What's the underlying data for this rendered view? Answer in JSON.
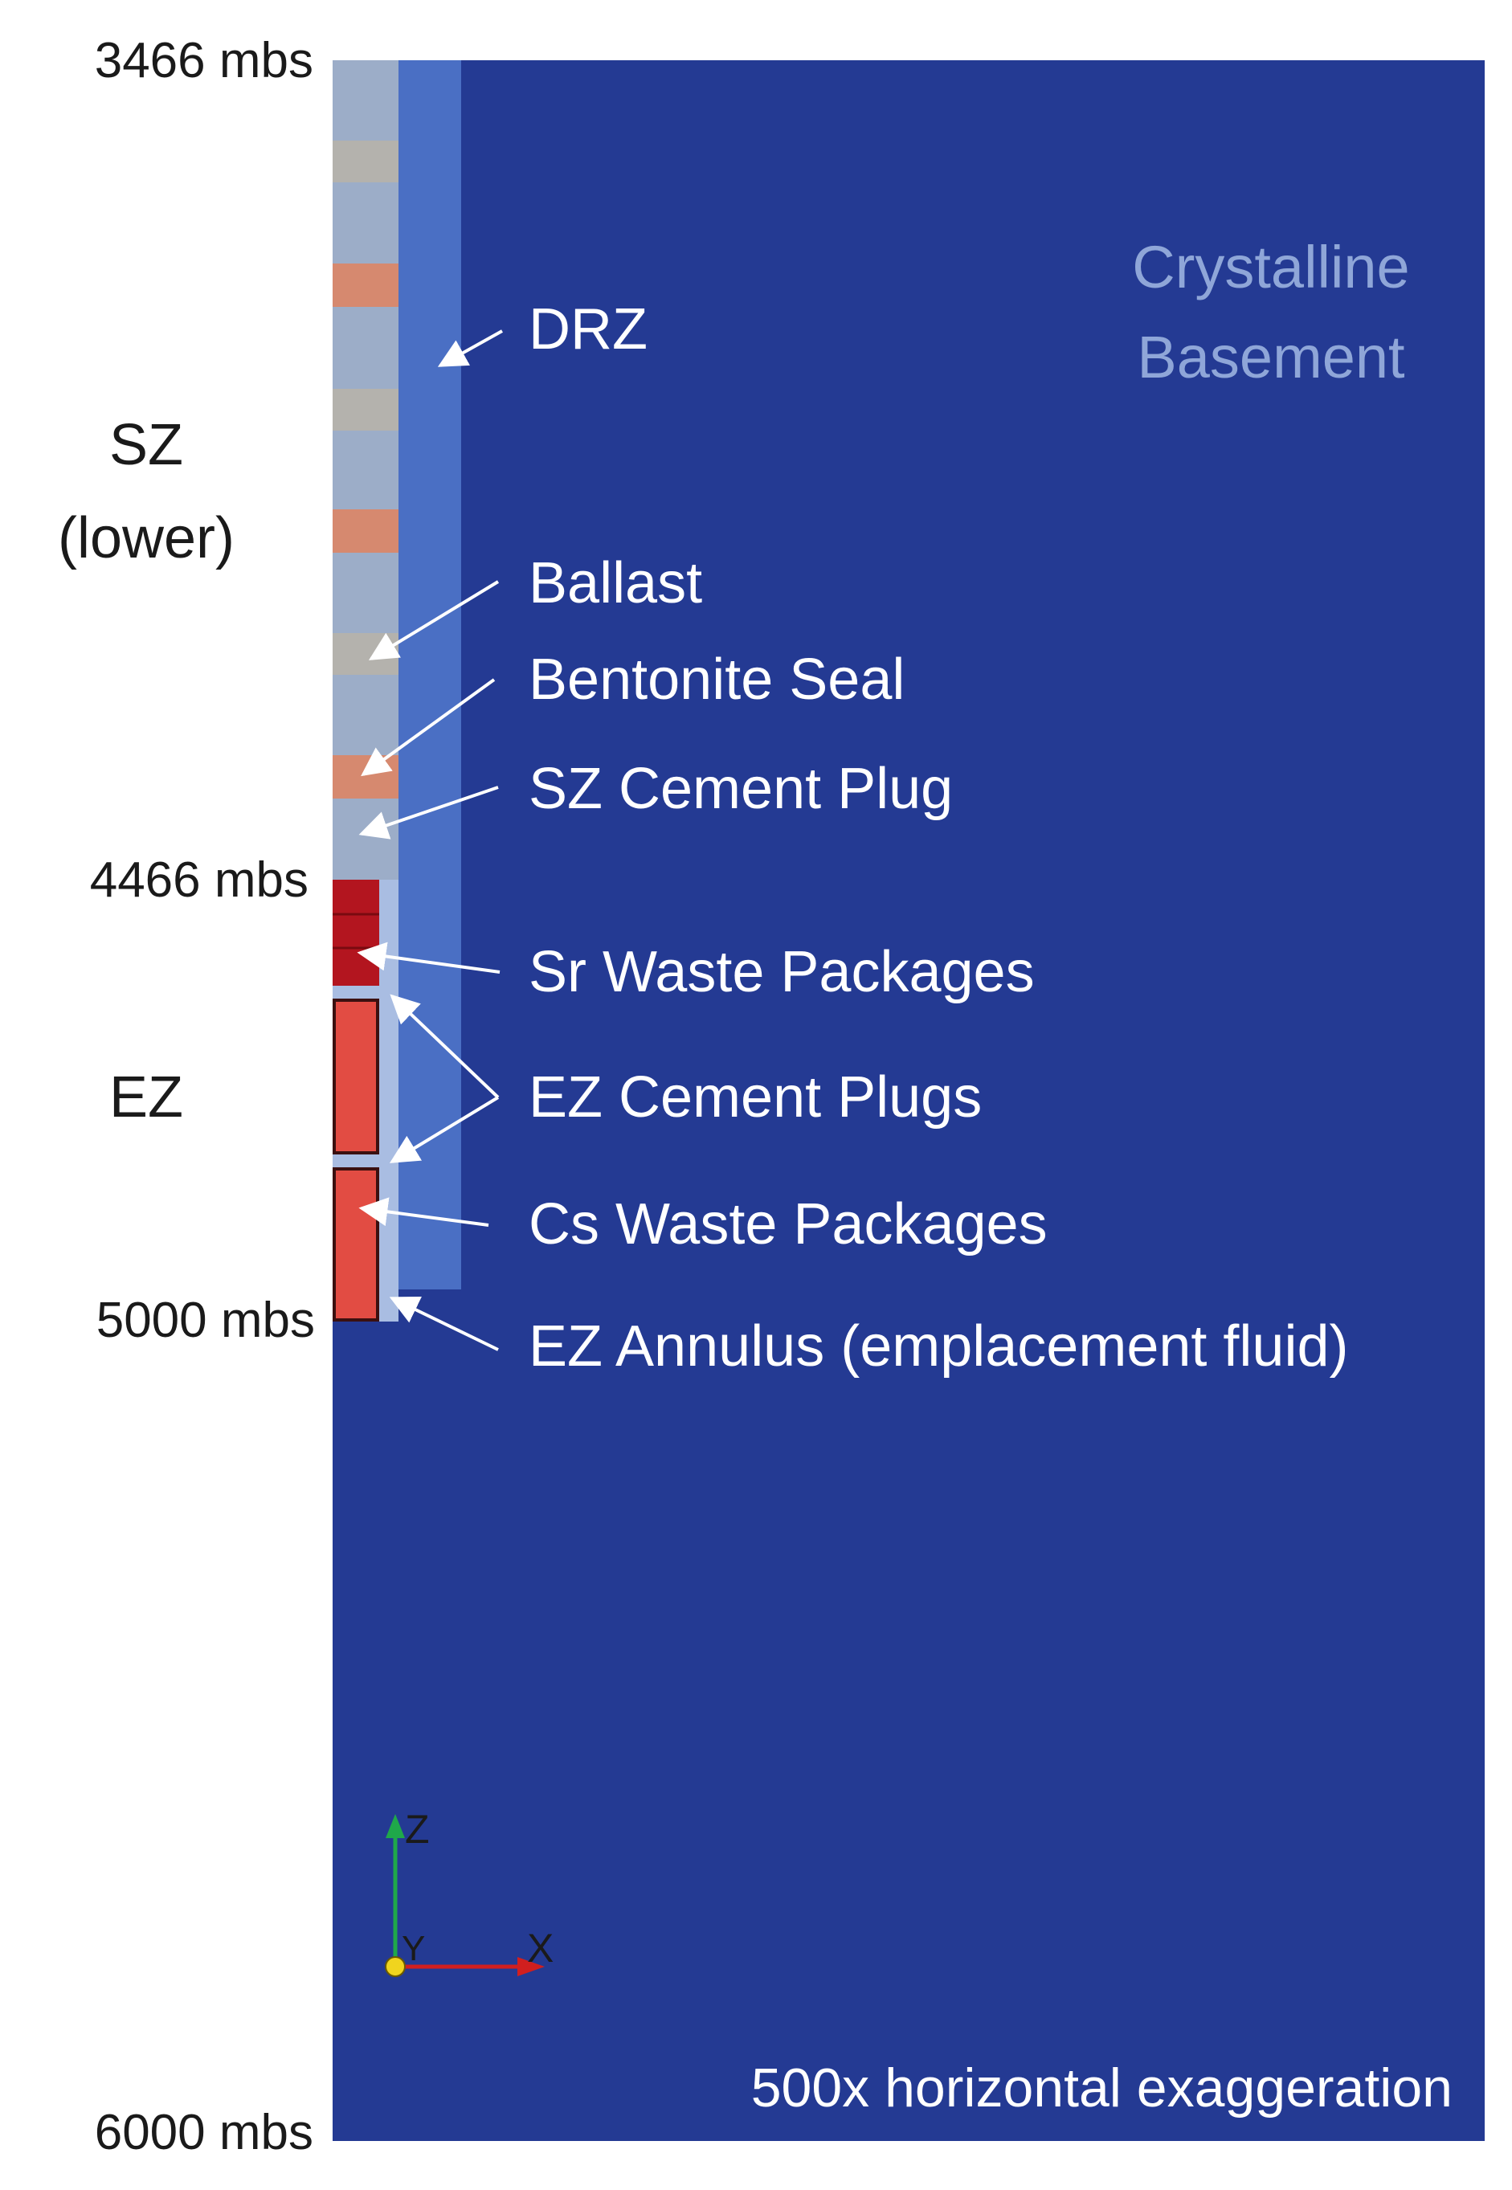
{
  "depth_labels": {
    "top": "3466 mbs",
    "sz_bottom": "4466 mbs",
    "ez_bottom": "5000 mbs",
    "bottom": "6000 mbs"
  },
  "zones": {
    "sz_line1": "SZ",
    "sz_line2": "(lower)",
    "ez": "EZ"
  },
  "region_label": {
    "line1": "Crystalline",
    "line2": "Basement"
  },
  "callouts": {
    "drz": "DRZ",
    "ballast": "Ballast",
    "bentonite_seal": "Bentonite Seal",
    "sz_cement_plug": "SZ Cement Plug",
    "sr_waste_packages": "Sr Waste Packages",
    "ez_cement_plugs": "EZ Cement Plugs",
    "cs_waste_packages": "Cs Waste Packages",
    "ez_annulus": "EZ Annulus (emplacement fluid)"
  },
  "axes": {
    "z": "Z",
    "y": "Y",
    "x": "X"
  },
  "exaggeration_note": "500x horizontal exaggeration",
  "colors": {
    "basement": "#243a93",
    "drz": "#4a6fc4",
    "borehole_fill": "#9cadc8",
    "ballast": "#b4b2ad",
    "bentonite": "#d6896f",
    "sr_waste": "#b3151f",
    "cs_waste": "#e24c43",
    "annulus": "#a9bde2",
    "axis_z": "#1fa84a",
    "axis_x": "#d11f1f",
    "axis_y": "#f0d41e"
  }
}
